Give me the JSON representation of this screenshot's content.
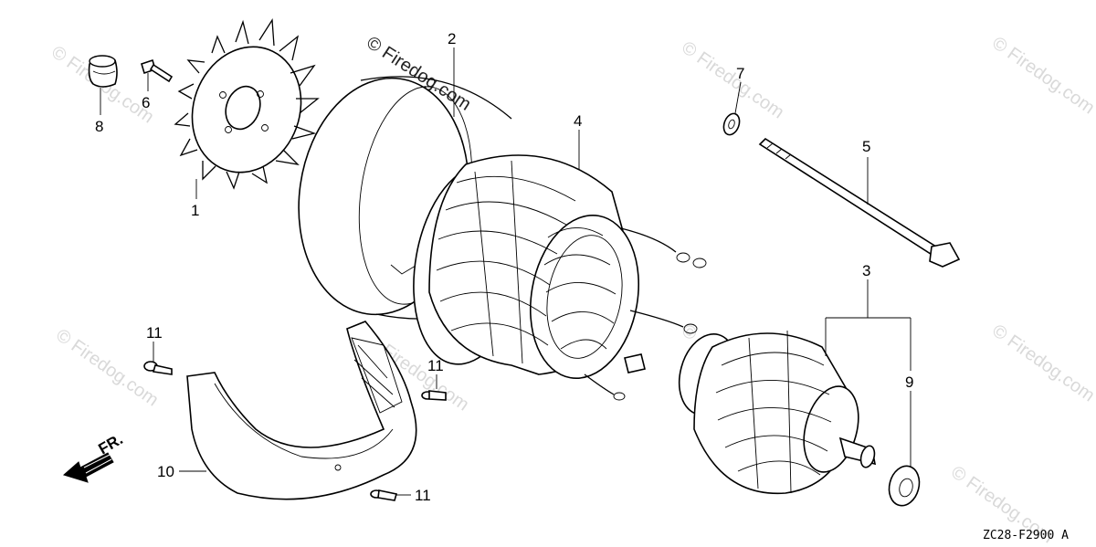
{
  "diagram": {
    "callouts": {
      "c1": "1",
      "c2": "2",
      "c3": "3",
      "c4": "4",
      "c5": "5",
      "c6": "6",
      "c7": "7",
      "c8": "8",
      "c9": "9",
      "c10": "10",
      "c11a": "11",
      "c11b": "11",
      "c11c": "11"
    },
    "direction_label": "FR.",
    "diagram_code": "ZC28-F2900 A",
    "watermarks": {
      "main": "© Firedog.com",
      "w1": "© Firedog.com",
      "w2": "© Firedog.com",
      "w3": "© Firedog.com",
      "w4": "© Firedog.com",
      "w5": "© Firedog.com",
      "w6": "© Firedog.com",
      "w7": "© Firedog.com",
      "w8": "© Firedog.com"
    }
  }
}
